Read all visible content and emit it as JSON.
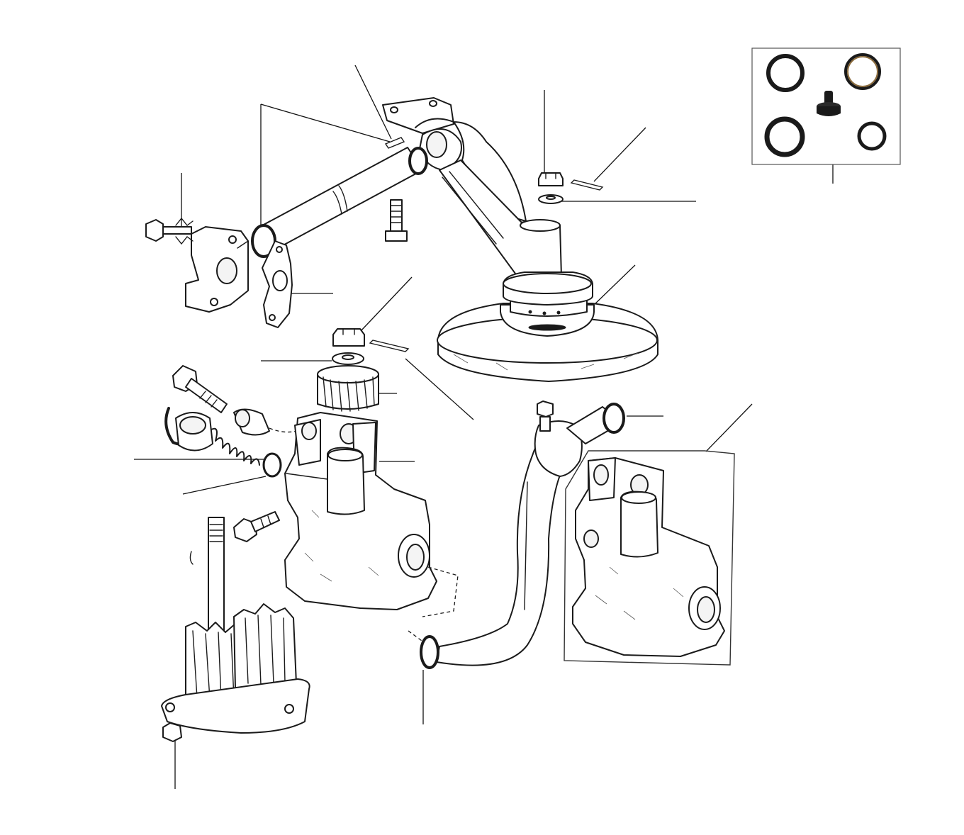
{
  "diagram": {
    "parts": [
      {
        "id": "oil-pickup-pipe",
        "icon": "pipe-icon"
      },
      {
        "id": "oil-strainer",
        "icon": "strainer-icon"
      },
      {
        "id": "oil-pump-body",
        "icon": "pump-body-icon"
      },
      {
        "id": "oil-pump-body-alt",
        "icon": "pump-body-icon"
      },
      {
        "id": "drive-gear",
        "icon": "gear-icon"
      },
      {
        "id": "pump-rotors",
        "icon": "rotor-icon"
      },
      {
        "id": "relief-valve",
        "icon": "spring-icon"
      },
      {
        "id": "delivery-pipe",
        "icon": "pipe-icon"
      },
      {
        "id": "seal-kit",
        "icon": "o-ring-icon"
      }
    ],
    "colors": {
      "ink": "#1a1a1a",
      "paper": "#ffffff",
      "ring_bronze": "#8a6a3a"
    }
  }
}
